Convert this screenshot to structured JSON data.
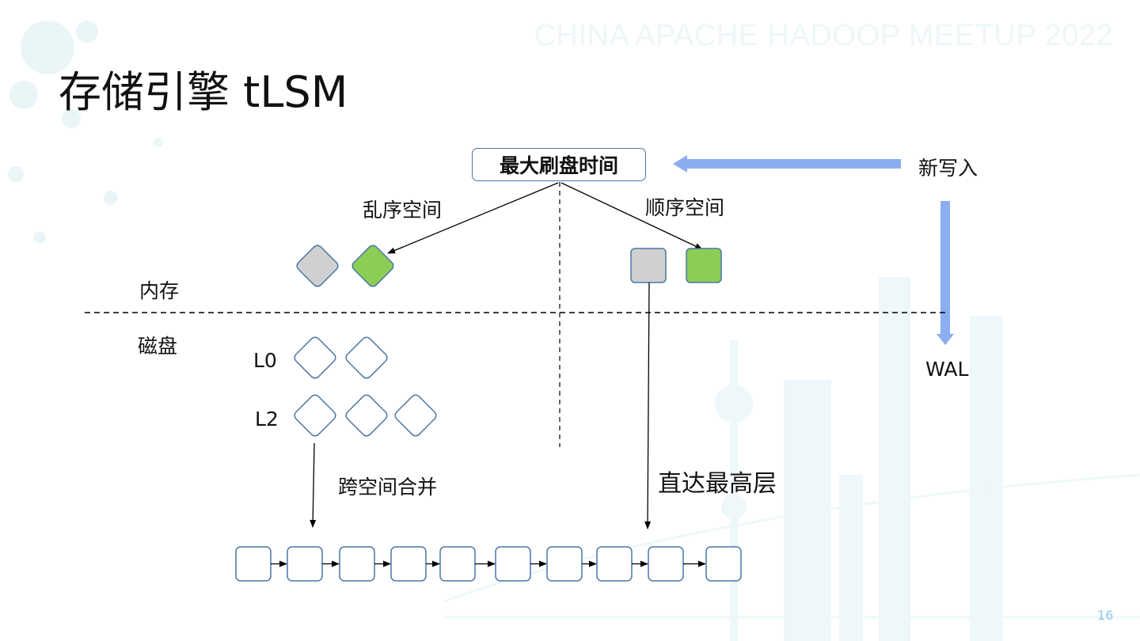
{
  "slide": {
    "watermark": "CHINA APACHE HADOOP MEETUP 2022",
    "title": "存储引擎 tLSM",
    "page_number": "16"
  },
  "labels": {
    "max_flush_time": "最大刷盘时间",
    "new_write": "新写入",
    "wal": "WAL",
    "unordered_space": "乱序空间",
    "ordered_space": "顺序空间",
    "memory": "内存",
    "disk": "磁盘",
    "level0": "L0",
    "level2": "L2",
    "cross_space_merge": "跨空间合并",
    "direct_to_top": "直达最高层"
  },
  "colors": {
    "box_border": "#4a77a8",
    "gray_fill": "#d0d0d0",
    "green_fill": "#8ccd55",
    "arrow_blue": "#8aaef0",
    "line": "#000000"
  },
  "diagram": {
    "memory_unordered_files": [
      "gray",
      "green"
    ],
    "memory_ordered_files": [
      "gray",
      "green"
    ],
    "l0_file_count": 2,
    "l2_file_count": 3,
    "top_level_file_count": 10
  }
}
